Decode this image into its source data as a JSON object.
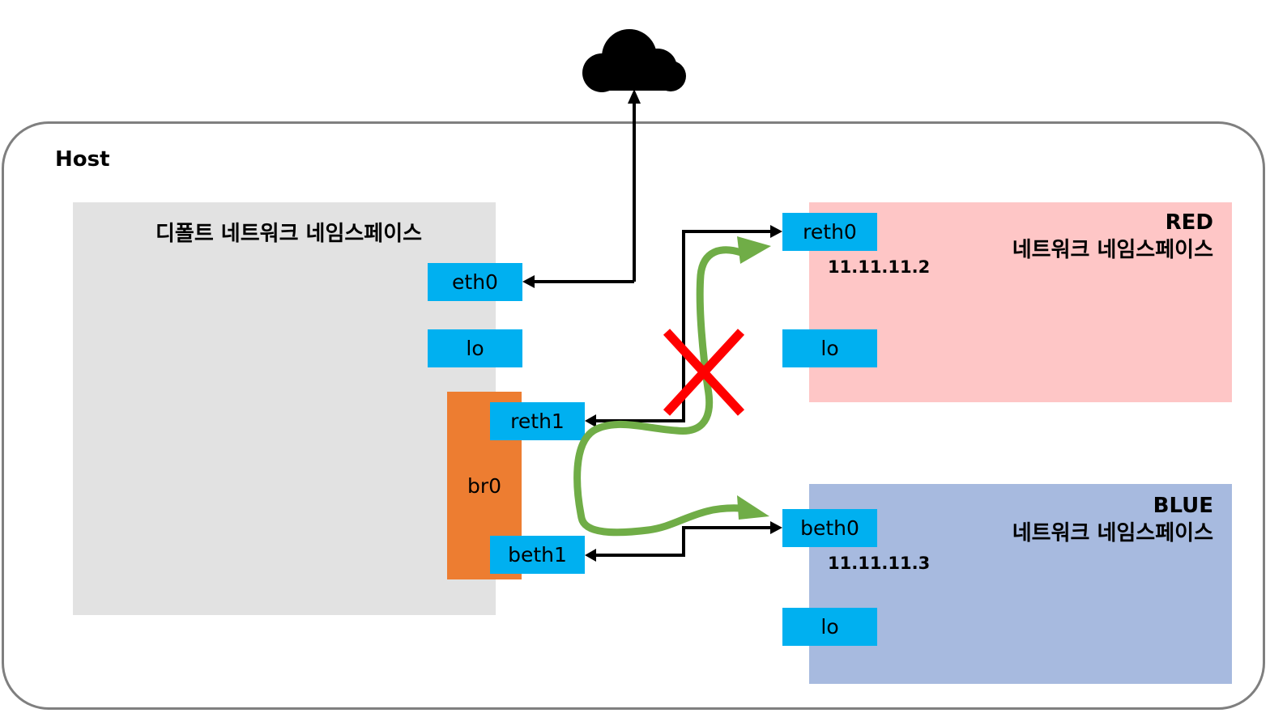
{
  "host": {
    "label": "Host"
  },
  "namespaces": {
    "default": {
      "title": "디폴트 네트워크 네임스페이스"
    },
    "red": {
      "title": "RED",
      "subtitle": "네트워크 네임스페이스"
    },
    "blue": {
      "title": "BLUE",
      "subtitle": "네트워크 네임스페이스"
    }
  },
  "interfaces": {
    "eth0": "eth0",
    "default_lo": "lo",
    "reth1": "reth1",
    "beth1": "beth1",
    "reth0": "reth0",
    "red_lo": "lo",
    "beth0": "beth0",
    "blue_lo": "lo"
  },
  "bridge": {
    "label": "br0"
  },
  "ips": {
    "red": "11.11.11.2",
    "blue": "11.11.11.3"
  },
  "colors": {
    "host_border": "#7f7f7f",
    "default_ns": "#e2e2e2",
    "red_ns": "#fec6c6",
    "blue_ns": "#a7badf",
    "bridge": "#ed7d31",
    "interface": "#00b0f0",
    "flow_arrow": "#70ad47",
    "blocked_mark": "#ff0000"
  },
  "icons": {
    "internet": "cloud-icon",
    "blocked": "x-mark-icon"
  }
}
